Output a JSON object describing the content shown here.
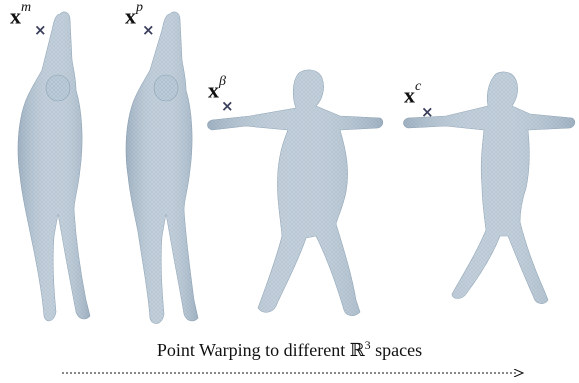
{
  "figures": [
    {
      "id": "m",
      "label_base": "x",
      "label_sup": "m"
    },
    {
      "id": "p",
      "label_base": "x",
      "label_sup": "p"
    },
    {
      "id": "beta",
      "label_base": "x",
      "label_sup": "β"
    },
    {
      "id": "c",
      "label_base": "x",
      "label_sup": "c"
    }
  ],
  "marker_glyph": "×",
  "caption": {
    "prefix": "Point Warping to different ",
    "math": "ℝ",
    "exponent": "3",
    "suffix": " spaces"
  },
  "colors": {
    "mesh": "#b9c9d6",
    "mesh_shadow": "#8fa4b6",
    "marker": "#3b3f5c",
    "arrow": "#111111"
  }
}
